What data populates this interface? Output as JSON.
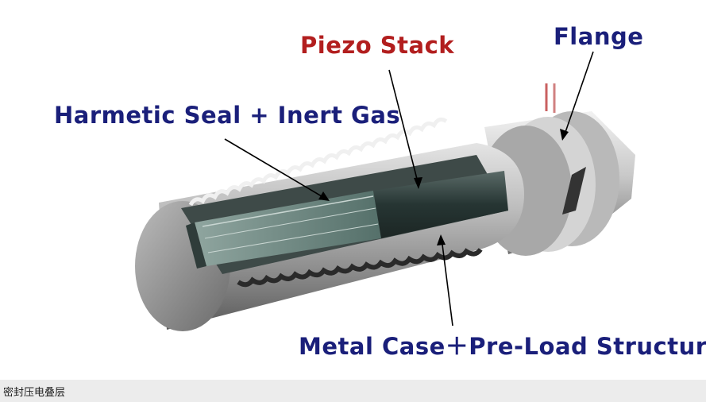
{
  "labels": {
    "piezo_stack": "Piezo Stack",
    "flange": "Flange",
    "hermetic_seal": "Harmetic Seal + Inert Gas",
    "metal_case": "Metal Case＋Pre-Load Structure"
  },
  "caption": "密封压电叠层",
  "colors": {
    "label_blue": "#1a1f7a",
    "label_red": "#b21e1e",
    "background": "#ffffff",
    "caption_bar": "#ececec"
  }
}
